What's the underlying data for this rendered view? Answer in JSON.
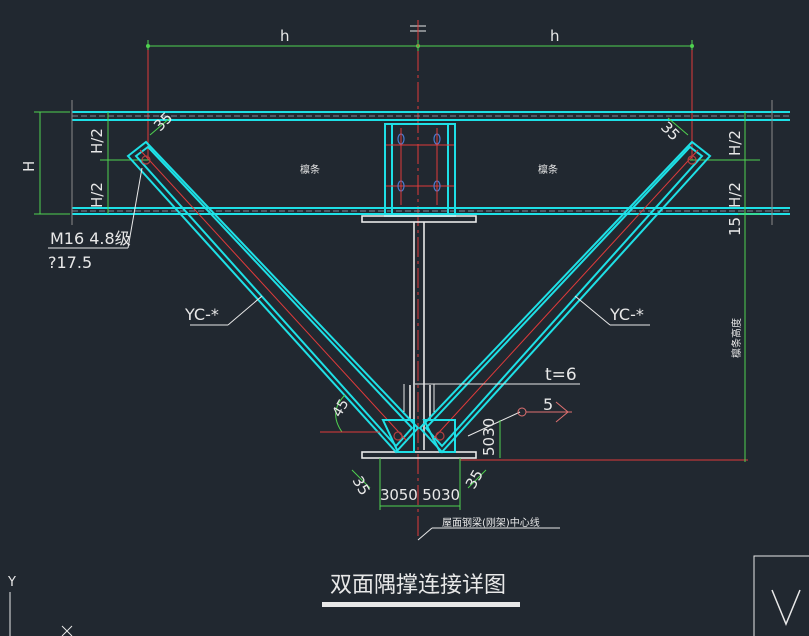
{
  "drawing": {
    "title": "双面隅撑连接详图",
    "dims": {
      "h_left": "h",
      "h_right": "h",
      "H_total": "H",
      "H2_ul": "H/2",
      "H2_ll": "H/2",
      "H2_ur": "H/2",
      "H2_lr": "H/2",
      "d35_ul": "35",
      "d35_ur": "35",
      "d35_bl": "35",
      "d35_br": "35",
      "d15": "15",
      "d5030": "5030",
      "bottom_dims": "3050 5030",
      "t": "t=6",
      "weld": "5",
      "angle": "45"
    },
    "labels": {
      "purlin_left": "檩条",
      "purlin_right": "檩条",
      "bolt": "M16  4.8级",
      "hole": "?17.5",
      "brace_left": "YC-*",
      "brace_right": "YC-*",
      "vertical_dim_label": "檩条高度",
      "centerline_note": "屋面钢梁(刚架)中心线"
    },
    "colors": {
      "background": "#212830",
      "steel": "#1ee0e6",
      "dimension": "#4fd24f",
      "centerline": "#e03a3a",
      "annotation": "#e8e8e8"
    }
  },
  "ucs": {
    "axis_label": "Y"
  }
}
